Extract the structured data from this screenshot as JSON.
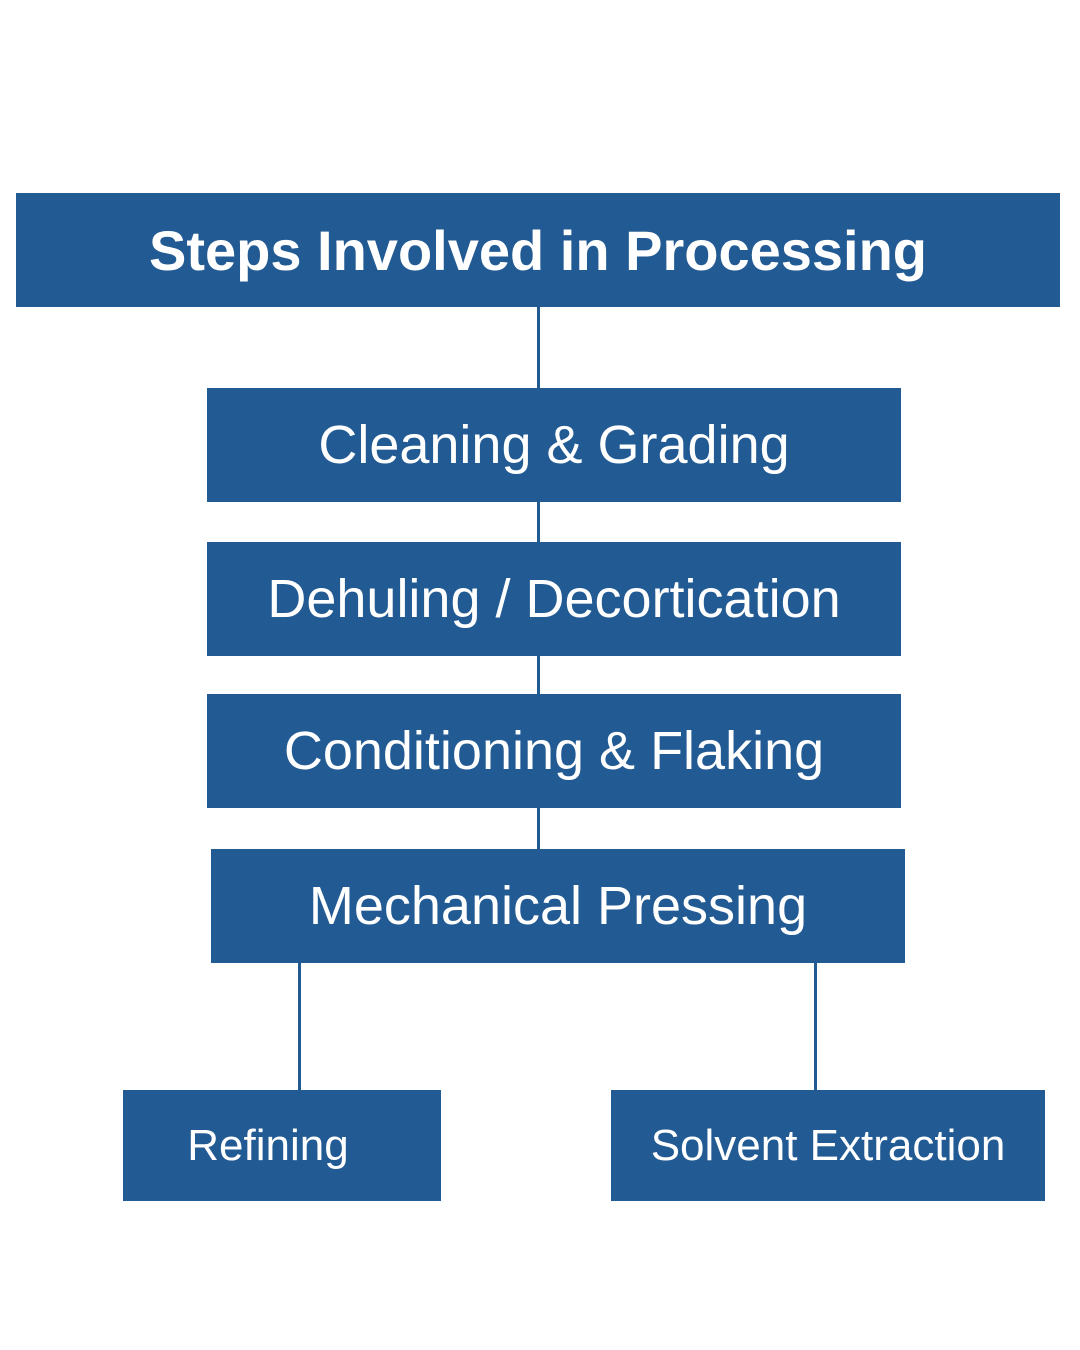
{
  "title": "Steps Involved in Processing",
  "steps": [
    {
      "label": "Cleaning & Grading"
    },
    {
      "label": "Dehuling / Decortication"
    },
    {
      "label": "Conditioning & Flaking"
    },
    {
      "label": "Mechanical Pressing"
    }
  ],
  "branches": [
    {
      "label": "Refining"
    },
    {
      "label": "Solvent Extraction"
    }
  ],
  "colors": {
    "box": "#225a93",
    "text": "#ffffff",
    "background": "#ffffff"
  }
}
